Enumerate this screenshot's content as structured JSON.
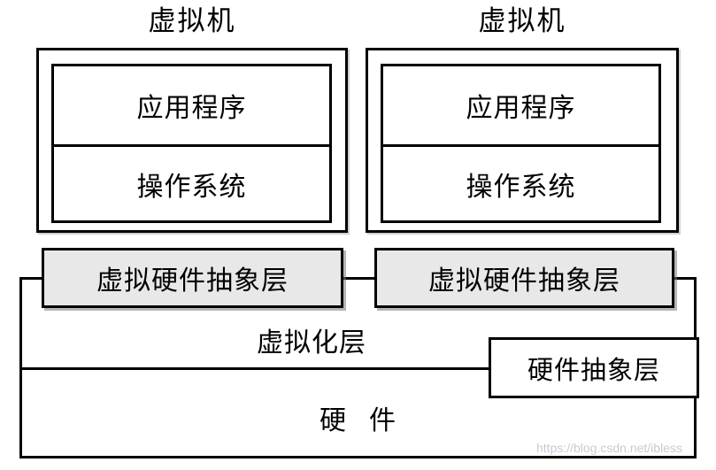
{
  "diagram": {
    "vms": [
      {
        "title": "虚拟机",
        "app": "应用程序",
        "os": "操作系统"
      },
      {
        "title": "虚拟机",
        "app": "应用程序",
        "os": "操作系统"
      }
    ],
    "vhal_boxes": [
      "虚拟硬件抽象层",
      "虚拟硬件抽象层"
    ],
    "virtualization_layer_label": "虚拟化层",
    "hardware_abstraction_label": "硬件抽象层",
    "hardware_label": "硬 件"
  },
  "watermark": {
    "text": "https://blog.csdn.net/ibless"
  },
  "colors": {
    "border": "#000000",
    "vhal_fill": "#e8e8e8",
    "background": "#ffffff",
    "watermark": "#c6cbd4"
  }
}
